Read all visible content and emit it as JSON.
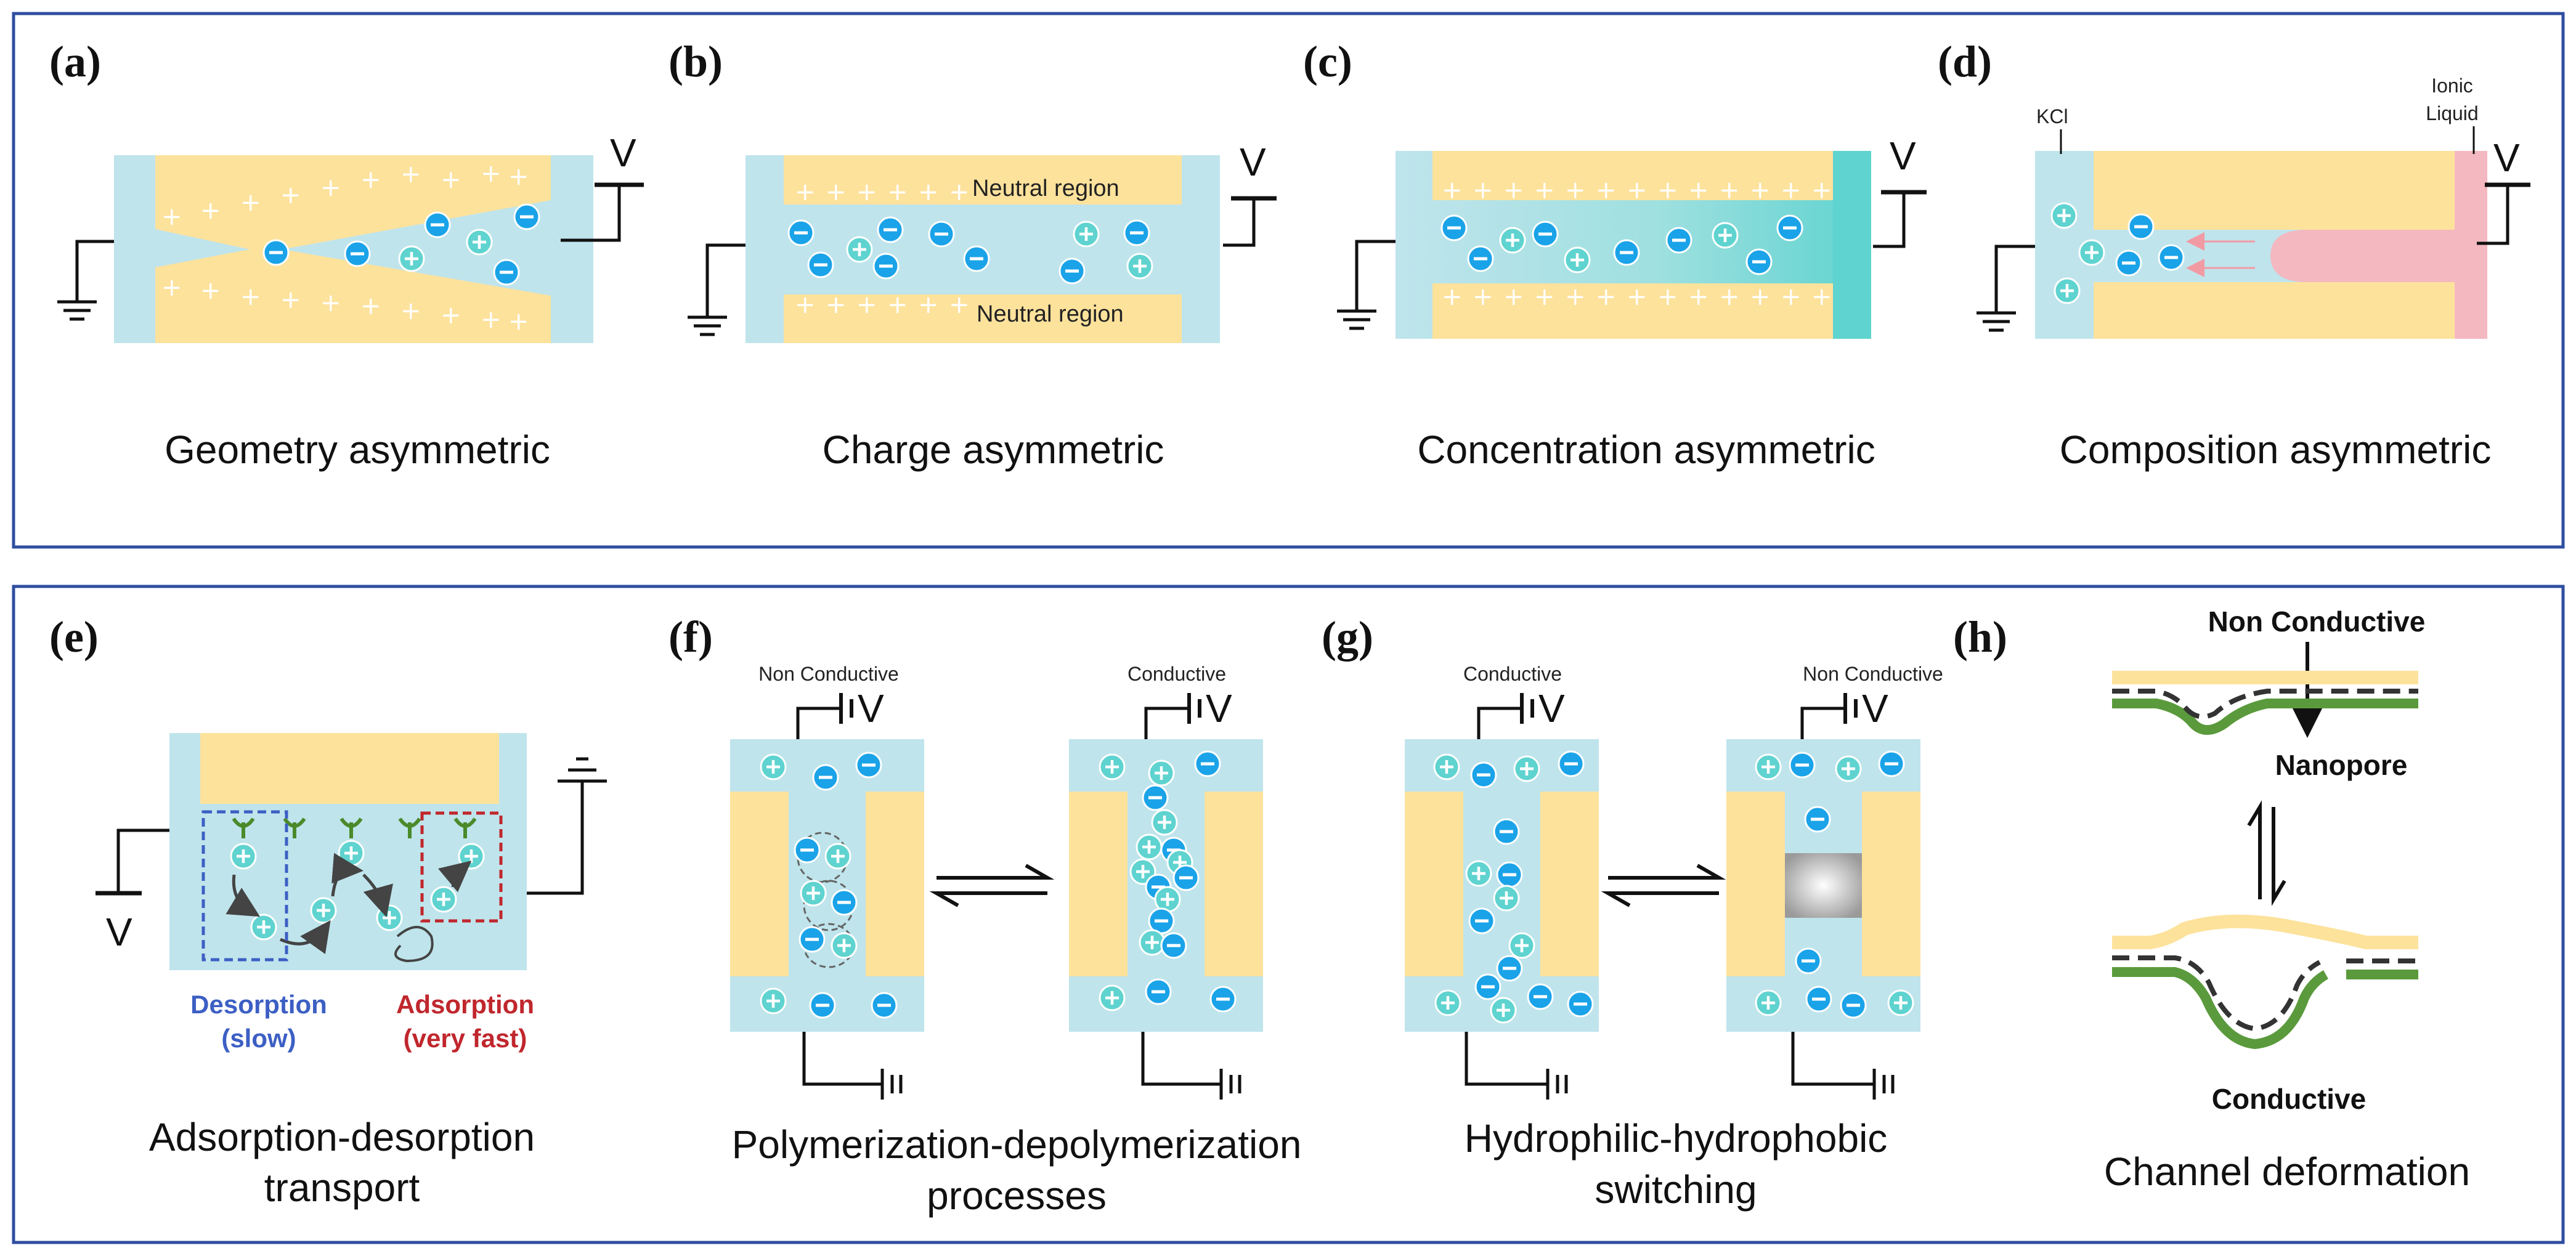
{
  "colors": {
    "border": "#2f4ea0",
    "channel": "#bfe4ec",
    "wall": "#fde29c",
    "anion": "#1aa3e8",
    "cation": "#5fd3cf",
    "ionic_liquid": "#f4b8c0",
    "membrane": "#5a9a3c",
    "desorption": "#3c5fc4",
    "adsorption": "#c0272d",
    "ligand": "#4b8a2a"
  },
  "labels": {
    "a": "(a)",
    "b": "(b)",
    "c": "(c)",
    "d": "(d)",
    "e": "(e)",
    "f": "(f)",
    "g": "(g)",
    "h": "(h)"
  },
  "captions": {
    "a": "Geometry asymmetric",
    "b": "Charge asymmetric",
    "c": "Concentration asymmetric",
    "d": "Composition asymmetric",
    "e_line1": "Adsorption-desorption",
    "e_line2": "transport",
    "f_line1": "Polymerization-depolymerization",
    "f_line2": "processes",
    "g_line1": "Hydrophilic-hydrophobic",
    "g_line2": "switching",
    "h": "Channel deformation"
  },
  "voltage_symbol": "V",
  "text": {
    "neutral_region": "Neutral region",
    "kcl": "KCl",
    "ionic_line1": "Ionic",
    "ionic_line2": "Liquid",
    "desorption_line1": "Desorption",
    "desorption_line2": "(slow)",
    "adsorption_line1": "Adsorption",
    "adsorption_line2": "(very fast)",
    "non_conductive": "Non Conductive",
    "conductive": "Conductive",
    "nanopore": "Nanopore"
  },
  "icons": [
    "ground-icon",
    "battery-icon",
    "cation-icon",
    "anion-icon",
    "equilibrium-arrows-icon"
  ]
}
